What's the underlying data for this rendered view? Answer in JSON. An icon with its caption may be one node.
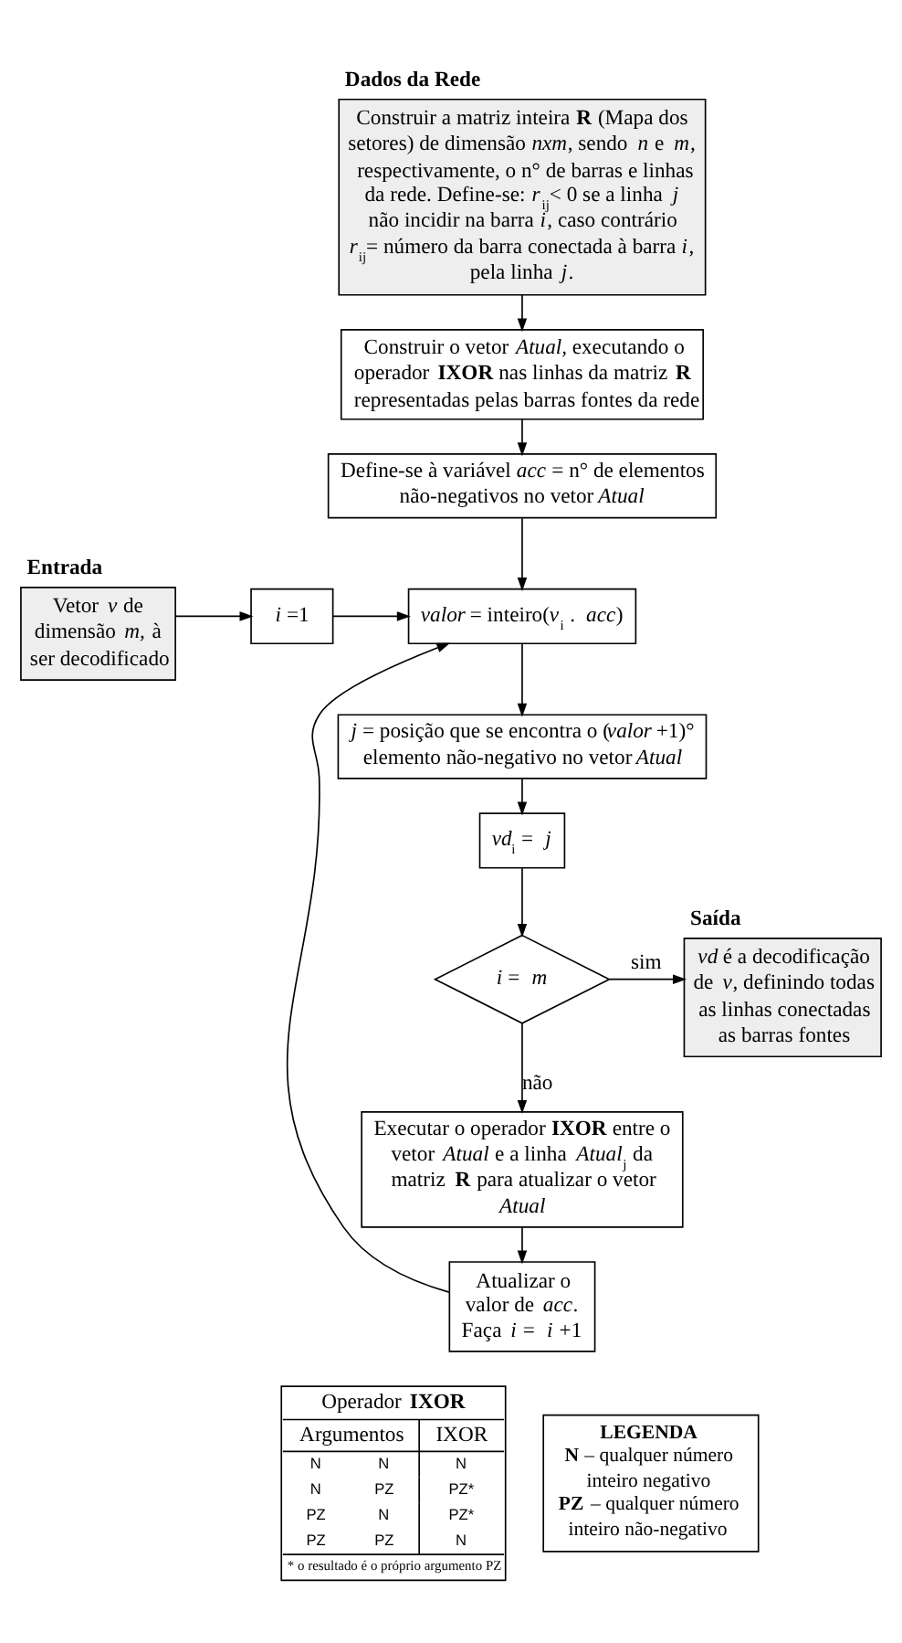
{
  "diagram": {
    "nodes": [
      {
        "text": [
          "Dados da Rede",
          "Construir a matriz inteira **R** (Mapa dos setores) de dimensão *nxm*, sendo *n* e *m*, respectivamente, o n° de barras e linhas da rede. Define-se: *r*$_{ij}$< 0 se a linha *j* não incidir na barra *i*, caso contrário *r*$_{ij}$= número da barra conectada à barra *i*, pela linha *j*."
        ]
      },
      {
        "text": [
          "Construir o vetor *Atual,* executando o operador **IXOR** nas linhas da matriz **R** representadas pelas barras fontes da rede"
        ]
      },
      {
        "text": [
          "Define-se à variável *acc* = n° de elementos não-negativos no vetor *Atual*"
        ]
      },
      {
        "text": [
          "Entrada",
          "Vetor *v* de dimensão *m,* à ser decodificado"
        ]
      },
      {
        "text": [
          "*i* =1"
        ]
      },
      {
        "text": [
          "*valor* = inteiro(*v*$_{i}$ . *acc*)"
        ]
      },
      {
        "text": [
          "*j* = posição que se encontra o (*valor* +1)° elemento não-negativo no vetor *Atual*"
        ]
      },
      {
        "text": [
          "*vd*$_{i}$ = *j*"
        ]
      },
      {
        "text": [
          "*i* = *m*"
        ]
      },
      {
        "text": [
          "Saída",
          "*vd* é a decodificação de *v*, definindo todas as linhas conectadas as barras fontes"
        ]
      },
      {
        "text": [
          "Executar o operador **IXOR** entre o vetor *Atual* e a linha *Atual*$_{j}$ da matriz **R** para atualizar o vetor *Atual*"
        ]
      },
      {
        "text": [
          "Atualizar o valor de *acc*. Faça *i* = *i* +1"
        ]
      },
      {
        "text": [
          "Operador **IXOR**",
          "Argumentos",
          "IXOR",
          "N",
          "N",
          "N",
          "N",
          "PZ",
          "PZ*",
          "PZ",
          "N",
          "PZ*",
          "PZ",
          "PZ",
          "N",
          "* o resultado é o próprio argumento PZ"
        ]
      },
      {
        "text": [
          "LEGENDA",
          "**N** – qualquer número inteiro negativo",
          "**PZ** – qualquer número inteiro não-negativo"
        ]
      }
    ],
    "edges": [
      {
        "from": 0,
        "to": 1,
        "arrow": "to"
      },
      {
        "from": 1,
        "to": 2,
        "arrow": "to"
      },
      {
        "from": 2,
        "to": 5,
        "arrow": "to"
      },
      {
        "from": 3,
        "to": 4,
        "arrow": "to"
      },
      {
        "from": 4,
        "to": 5,
        "arrow": "to"
      },
      {
        "from": 11,
        "to": 5,
        "arrow": "to"
      },
      {
        "from": 5,
        "to": 6,
        "arrow": "to"
      },
      {
        "from": 6,
        "to": 7,
        "arrow": "to"
      },
      {
        "from": 7,
        "to": 8,
        "arrow": "to"
      },
      {
        "from": 8,
        "to": 9,
        "label": "sim",
        "arrow": "to"
      },
      {
        "from": 8,
        "to": 10,
        "label": "não",
        "arrow": "to"
      },
      {
        "from": 10,
        "to": 11,
        "arrow": "to"
      }
    ]
  }
}
